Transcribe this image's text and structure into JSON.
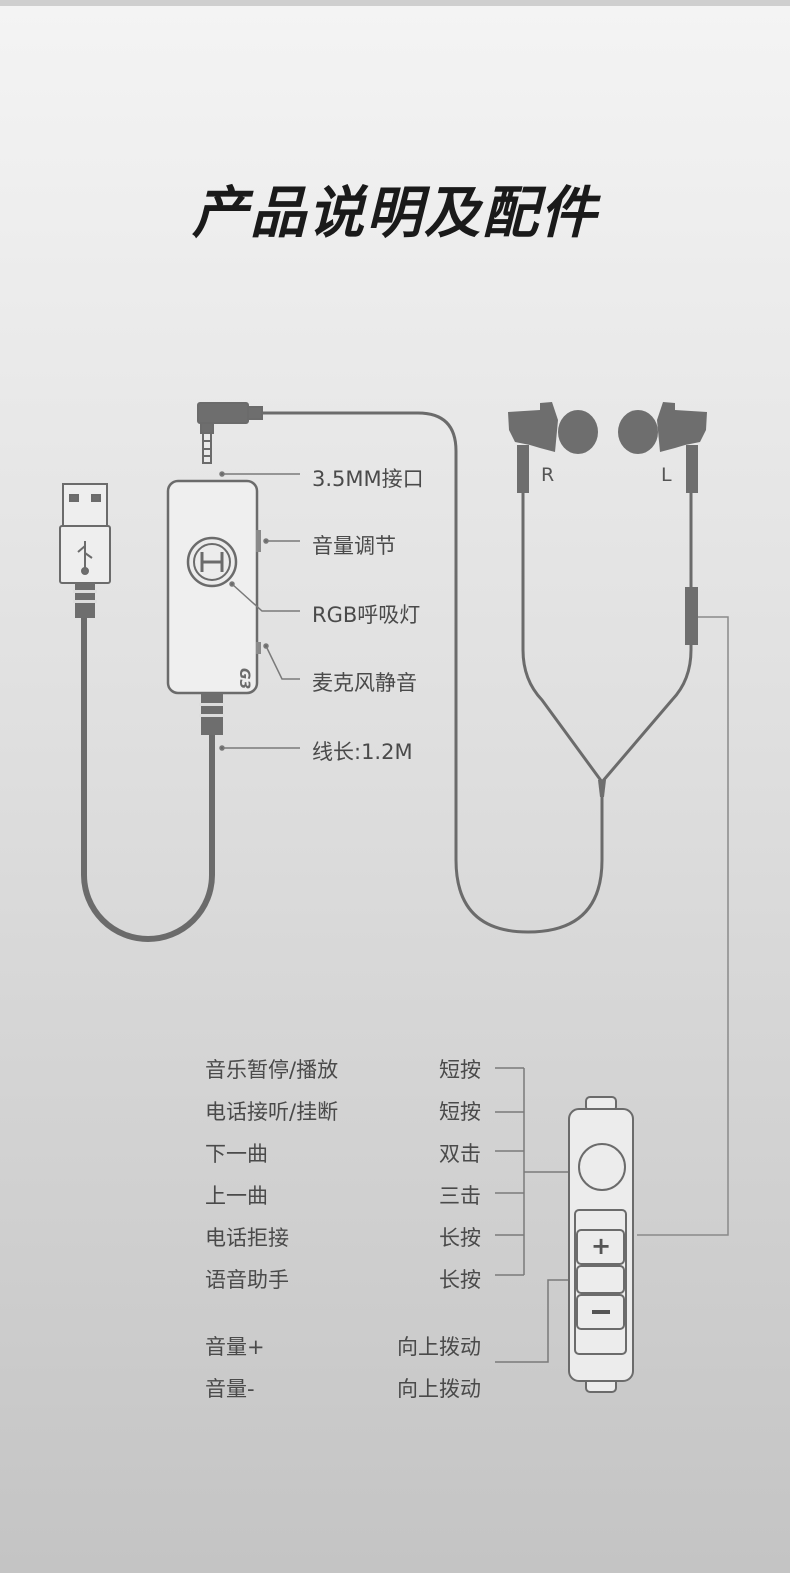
{
  "title": "产品说明及配件",
  "earbuds": {
    "right": "R",
    "left": "L"
  },
  "callouts": [
    {
      "id": "jack",
      "text": "3.5MM接口"
    },
    {
      "id": "volume",
      "text": "音量调节"
    },
    {
      "id": "rgb",
      "text": "RGB呼吸灯"
    },
    {
      "id": "mute",
      "text": "麦克风静音"
    },
    {
      "id": "length",
      "text": "线长:1.2M"
    }
  ],
  "functions": [
    {
      "name": "音乐暂停/播放",
      "action": "短按"
    },
    {
      "name": "电话接听/挂断",
      "action": "短按"
    },
    {
      "name": "下一曲",
      "action": "双击"
    },
    {
      "name": "上一曲",
      "action": "三击"
    },
    {
      "name": "电话拒接",
      "action": "长按"
    },
    {
      "name": "语音助手",
      "action": "长按"
    }
  ],
  "volume_functions": [
    {
      "name": "音量+",
      "action": "向上拨动"
    },
    {
      "name": "音量-",
      "action": "向上拨动"
    }
  ],
  "colors": {
    "line": "#6b6b6b",
    "fill": "#6e6e6e",
    "text": "#4a4a4a",
    "title": "#1a1a1a"
  }
}
